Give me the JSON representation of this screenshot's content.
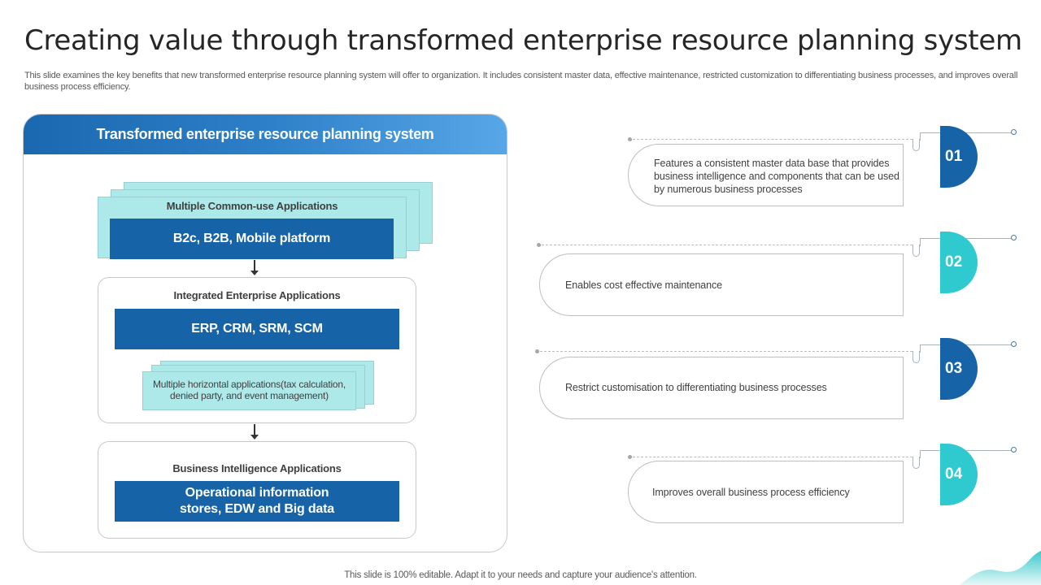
{
  "slide": {
    "title": "Creating value through transformed enterprise resource planning system",
    "subtitle": "This slide examines the key benefits that new transformed enterprise resource planning system will offer to organization. It includes consistent master data, effective maintenance, restricted customization to differentiating business processes, and improves overall business process efficiency.",
    "footer": "This slide is 100% editable. Adapt it to your needs and capture your audience's attention."
  },
  "panel": {
    "header": "Transformed enterprise resource planning system",
    "layers": [
      {
        "label": "Multiple Common-use  Applications",
        "bar": "B2c, B2B, Mobile platform"
      },
      {
        "label": "Integrated Enterprise  Applications",
        "bar": "ERP, CRM, SRM, SCM",
        "sub": "Multiple horizontal applications(tax calculation, denied party, and event management)"
      },
      {
        "label": "Business  Intelligence Applications",
        "bar": "Operational information stores, EDW and Big data"
      }
    ]
  },
  "benefits": [
    {
      "number": "01",
      "text": "Features a consistent master data base that provides  business intelligence and components that can be used by numerous  business processes",
      "color": "#1763a8"
    },
    {
      "number": "02",
      "text": "Enables cost effective  maintenance",
      "color": "#2ecad0"
    },
    {
      "number": "03",
      "text": "Restrict customisation to differentiating  business processes",
      "color": "#1763a8"
    },
    {
      "number": "04",
      "text": "Improves  overall  business process efficiency",
      "color": "#2ecad0"
    }
  ],
  "colors": {
    "primary_blue": "#1763a8",
    "teal": "#2ecad0",
    "light_teal": "#aee9ea"
  }
}
